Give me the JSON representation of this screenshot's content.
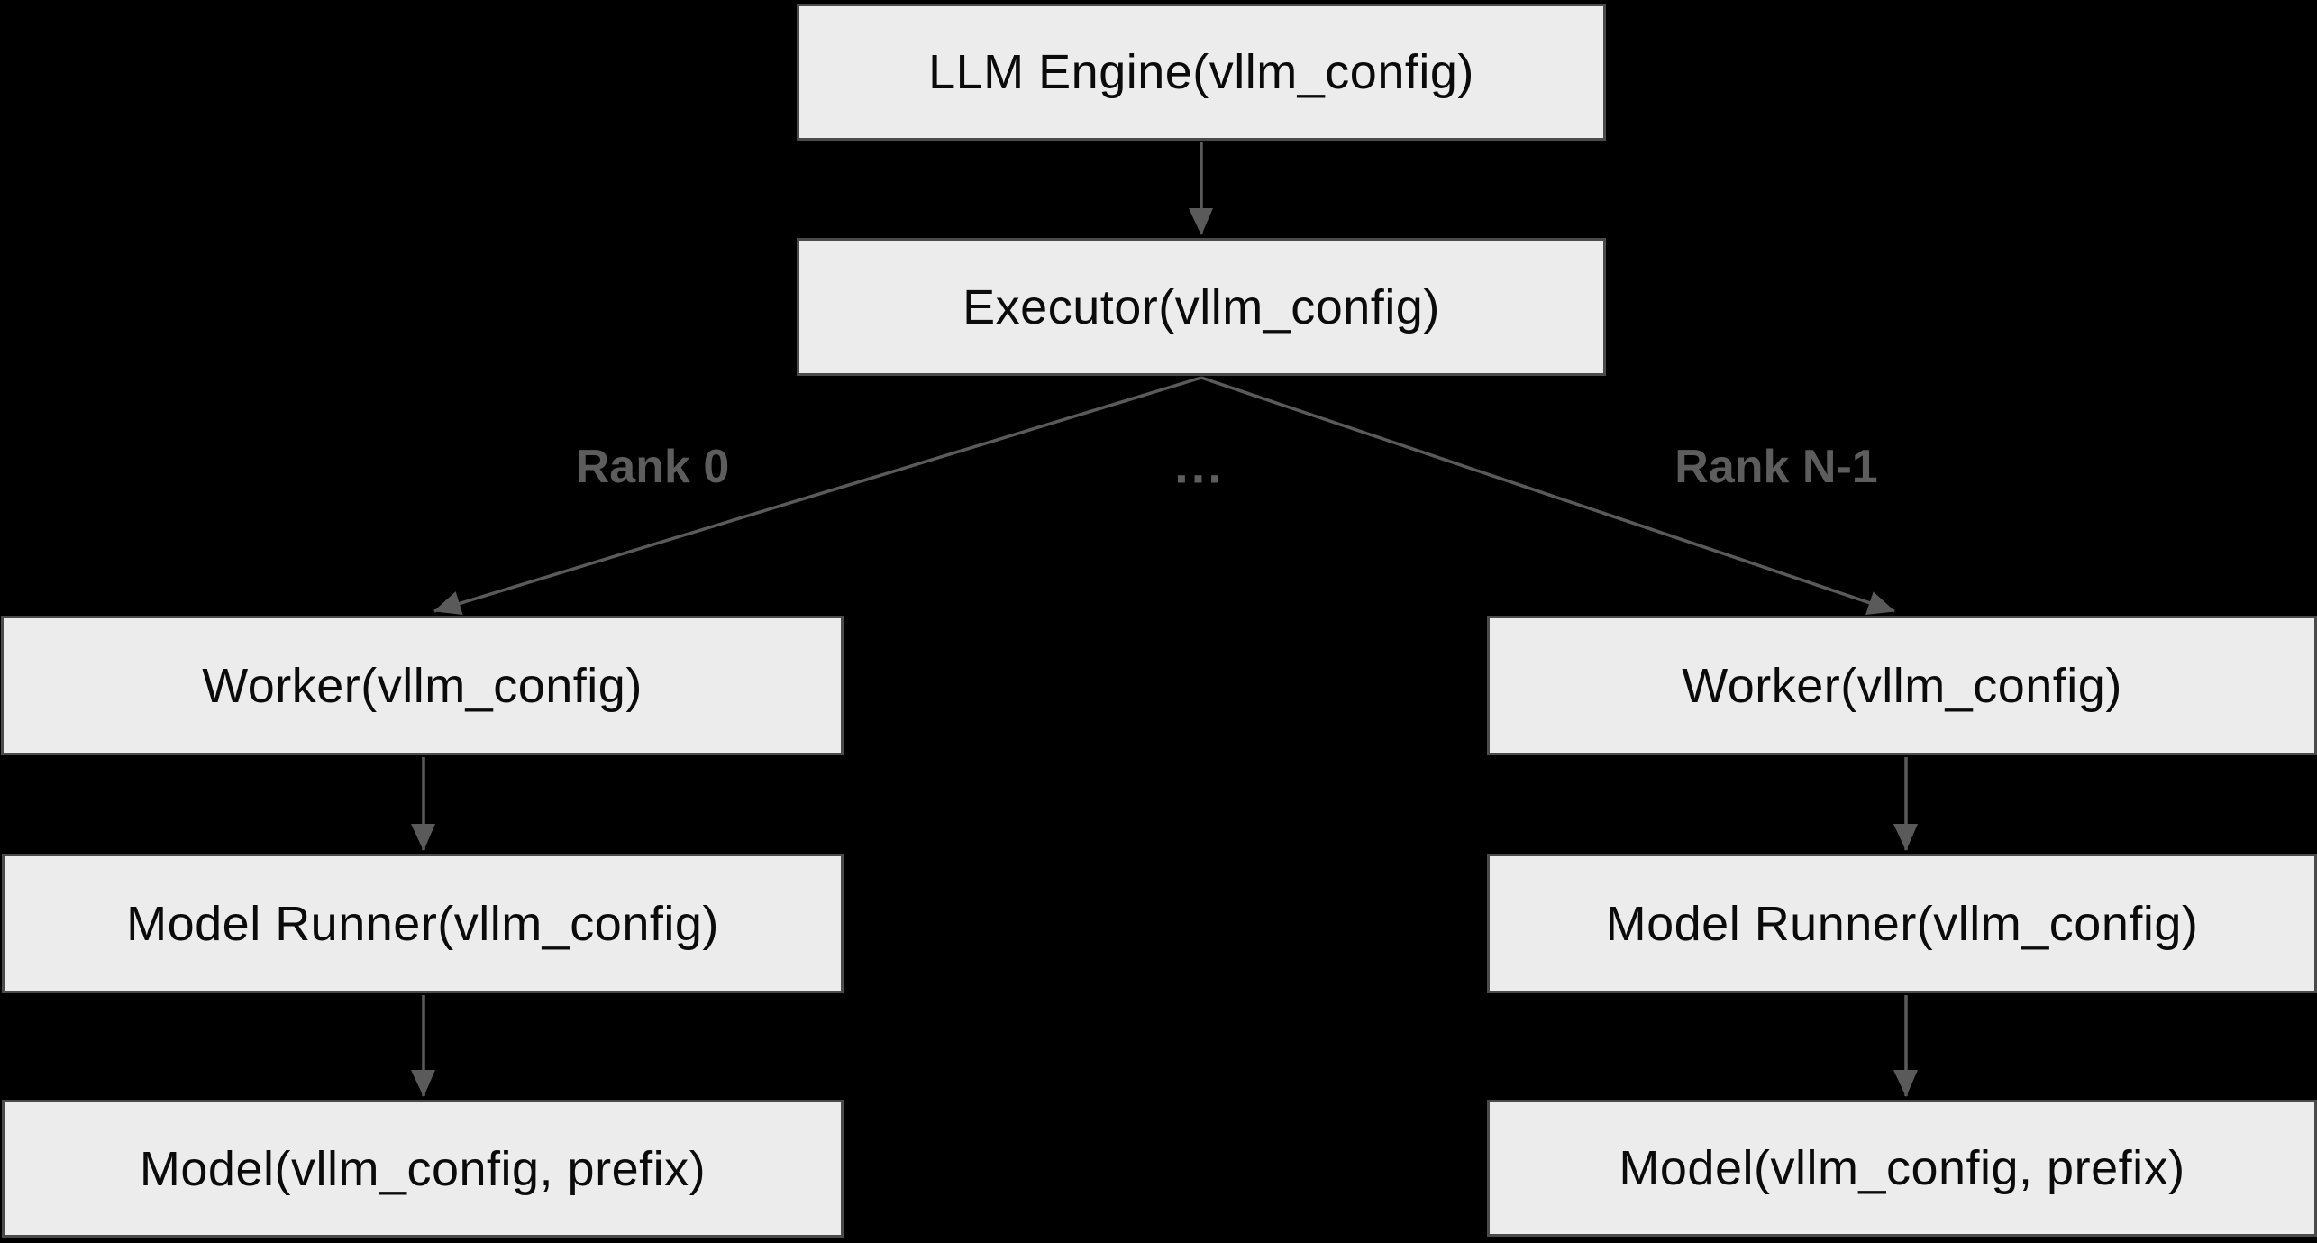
{
  "diagram": {
    "type": "flowchart",
    "description": "vLLM engine architecture tree: engine to executor to N ranked workers, each driving a model runner and model",
    "colors": {
      "background": "#000000",
      "node_fill": "#ececec",
      "node_border": "#4b4b4b",
      "edge_line": "#5a5a5a",
      "edge_label_text": "#5d5d5d",
      "node_text": "#0b0b0b"
    },
    "nodes": {
      "llm_engine": {
        "label": "LLM Engine(vllm_config)"
      },
      "executor": {
        "label": "Executor(vllm_config)"
      },
      "worker_left": {
        "label": "Worker(vllm_config)"
      },
      "model_runner_left": {
        "label": "Model Runner(vllm_config)"
      },
      "model_left": {
        "label": "Model(vllm_config, prefix)"
      },
      "worker_right": {
        "label": "Worker(vllm_config)"
      },
      "model_runner_right": {
        "label": "Model Runner(vllm_config)"
      },
      "model_right": {
        "label": "Model(vllm_config, prefix)"
      }
    },
    "edges": [
      {
        "from": "llm_engine",
        "to": "executor",
        "label": ""
      },
      {
        "from": "executor",
        "to": "worker_left",
        "label": "Rank 0"
      },
      {
        "from": "executor",
        "to": "worker_right",
        "label": "Rank N-1"
      },
      {
        "from": "worker_left",
        "to": "model_runner_left",
        "label": ""
      },
      {
        "from": "model_runner_left",
        "to": "model_left",
        "label": ""
      },
      {
        "from": "worker_right",
        "to": "model_runner_right",
        "label": ""
      },
      {
        "from": "model_runner_right",
        "to": "model_right",
        "label": ""
      }
    ],
    "edge_labels": {
      "rank0": "Rank 0",
      "ellipsis": "...",
      "rank_n": "Rank N-1"
    }
  }
}
